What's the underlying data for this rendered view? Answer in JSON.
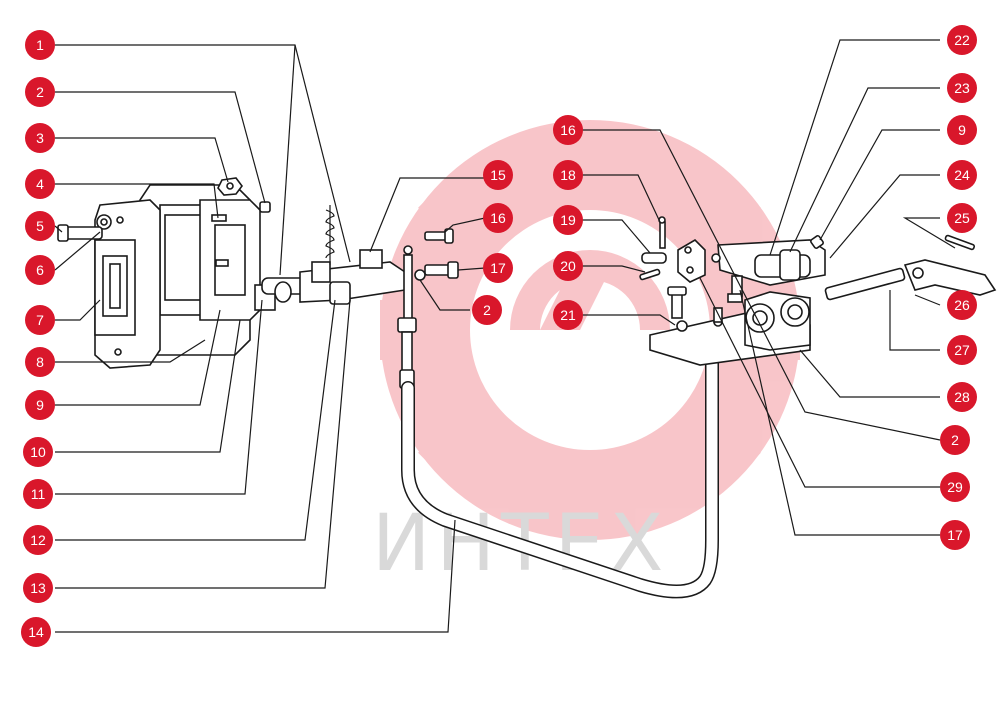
{
  "watermark": {
    "text": "ИНТЕХ",
    "gear_color": "#e8323f"
  },
  "colors": {
    "badge": "#d9172b",
    "line": "#1a1a1a"
  },
  "callouts": [
    "1",
    "2",
    "3",
    "4",
    "5",
    "6",
    "7",
    "8",
    "9",
    "10",
    "11",
    "12",
    "13",
    "14",
    "15",
    "16",
    "17",
    "2",
    "16",
    "18",
    "19",
    "20",
    "21",
    "22",
    "23",
    "9",
    "24",
    "25",
    "26",
    "27",
    "28",
    "2",
    "29",
    "17"
  ]
}
